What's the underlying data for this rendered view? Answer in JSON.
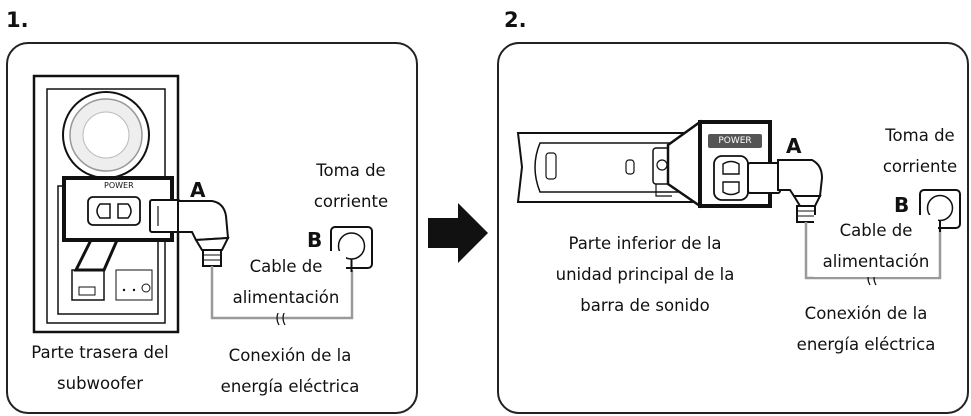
{
  "steps": [
    {
      "number": "1.",
      "device_caption": [
        "Parte trasera del",
        "subwoofer"
      ],
      "outlet_label": [
        "Toma de",
        "corriente"
      ],
      "cable_label": [
        "Cable de",
        "alimentación"
      ],
      "connection_label": [
        "Conexión de la",
        "energía eléctrica"
      ],
      "port_label": "POWER",
      "point_a": "A",
      "point_b": "B"
    },
    {
      "number": "2.",
      "device_caption": [
        "Parte inferior de la",
        "unidad principal de la",
        "barra de sonido"
      ],
      "outlet_label": [
        "Toma de",
        "corriente"
      ],
      "cable_label": [
        "Cable de",
        "alimentación"
      ],
      "connection_label": [
        "Conexión de la",
        "energía eléctrica"
      ],
      "port_label": "POWER",
      "point_a": "A",
      "point_b": "B"
    }
  ],
  "arrow_icon": "right-arrow-icon"
}
